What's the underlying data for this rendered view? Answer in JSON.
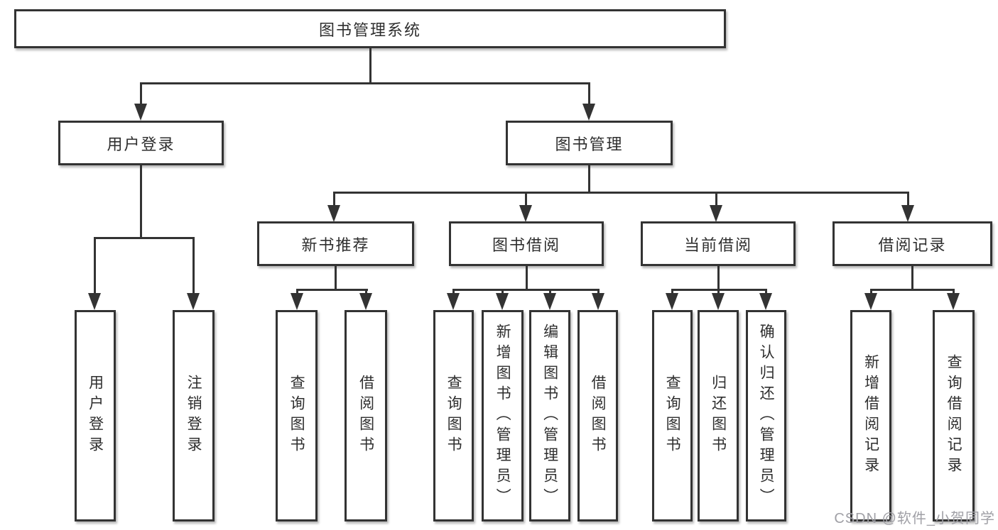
{
  "tree": {
    "root": {
      "label": "图书管理系统"
    },
    "level2": [
      {
        "label": "用户登录",
        "children": [
          {
            "label": "用户登录"
          },
          {
            "label": "注销登录"
          }
        ]
      },
      {
        "label": "图书管理",
        "children": [
          {
            "label": "新书推荐",
            "children": [
              {
                "label": "查询图书"
              },
              {
                "label": "借阅图书"
              }
            ]
          },
          {
            "label": "图书借阅",
            "children": [
              {
                "label": "查询图书"
              },
              {
                "label": "新增图书（管理员）"
              },
              {
                "label": "编辑图书（管理员）"
              },
              {
                "label": "借阅图书"
              }
            ]
          },
          {
            "label": "当前借阅",
            "children": [
              {
                "label": "查询图书"
              },
              {
                "label": "归还图书"
              },
              {
                "label": "确认归还（管理员）"
              }
            ]
          },
          {
            "label": "借阅记录",
            "children": [
              {
                "label": "新增借阅记录"
              },
              {
                "label": "查询借阅记录"
              }
            ]
          }
        ]
      }
    ]
  },
  "watermark": {
    "text": "CSDN @软件_小贺同学"
  },
  "colors": {
    "line": "#333333",
    "box_fill": "#ffffff",
    "text": "#2e2e2e",
    "watermark": "#a0a0a6",
    "background": "#ffffff"
  }
}
